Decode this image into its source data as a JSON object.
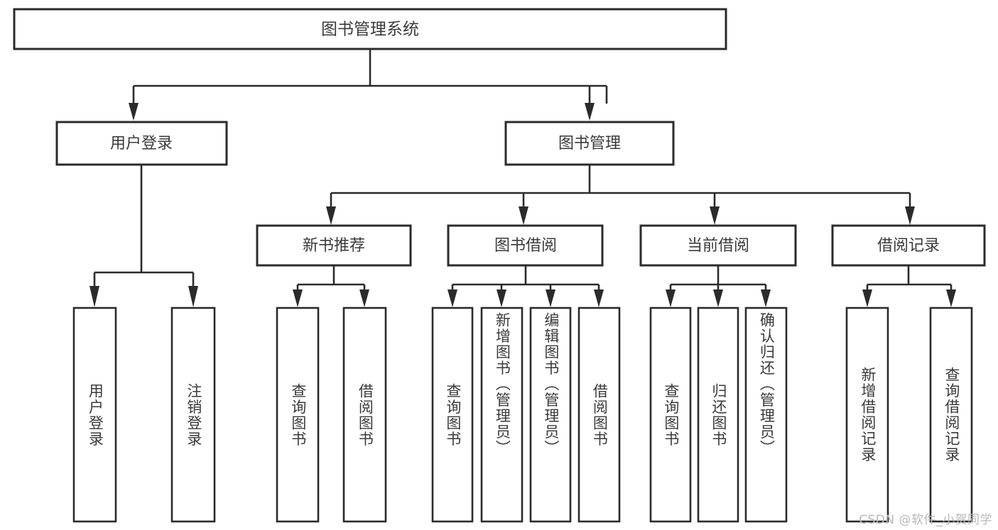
{
  "diagram": {
    "type": "hierarchy-tree",
    "title": "图书管理系统",
    "watermark": "CSDN @软件_小贺同学",
    "colors": {
      "stroke": "#2b2b2b",
      "box_fill": "#ffffff",
      "text": "#3a3a3a",
      "background": "#ffffff",
      "watermark": "#b8b8b8"
    },
    "root": {
      "label": "图书管理系统"
    },
    "level2": [
      {
        "label": "用户登录"
      },
      {
        "label": "图书管理"
      }
    ],
    "level3": [
      {
        "label": "新书推荐"
      },
      {
        "label": "图书借阅"
      },
      {
        "label": "当前借阅"
      },
      {
        "label": "借阅记录"
      }
    ],
    "leaves": {
      "user_login": [
        {
          "label": "用户登录"
        },
        {
          "label": "注销登录"
        }
      ],
      "new_book_recommend": [
        {
          "label": "查询图书"
        },
        {
          "label": "借阅图书"
        }
      ],
      "book_borrow": [
        {
          "label": "查询图书"
        },
        {
          "label": "新增图书（管理员）"
        },
        {
          "label": "编辑图书（管理员）"
        },
        {
          "label": "借阅图书"
        }
      ],
      "current_borrow": [
        {
          "label": "查询图书"
        },
        {
          "label": "归还图书"
        },
        {
          "label": "确认归还（管理员）"
        }
      ],
      "borrow_records": [
        {
          "label": "新增借阅记录"
        },
        {
          "label": "查询借阅记录"
        }
      ]
    }
  }
}
